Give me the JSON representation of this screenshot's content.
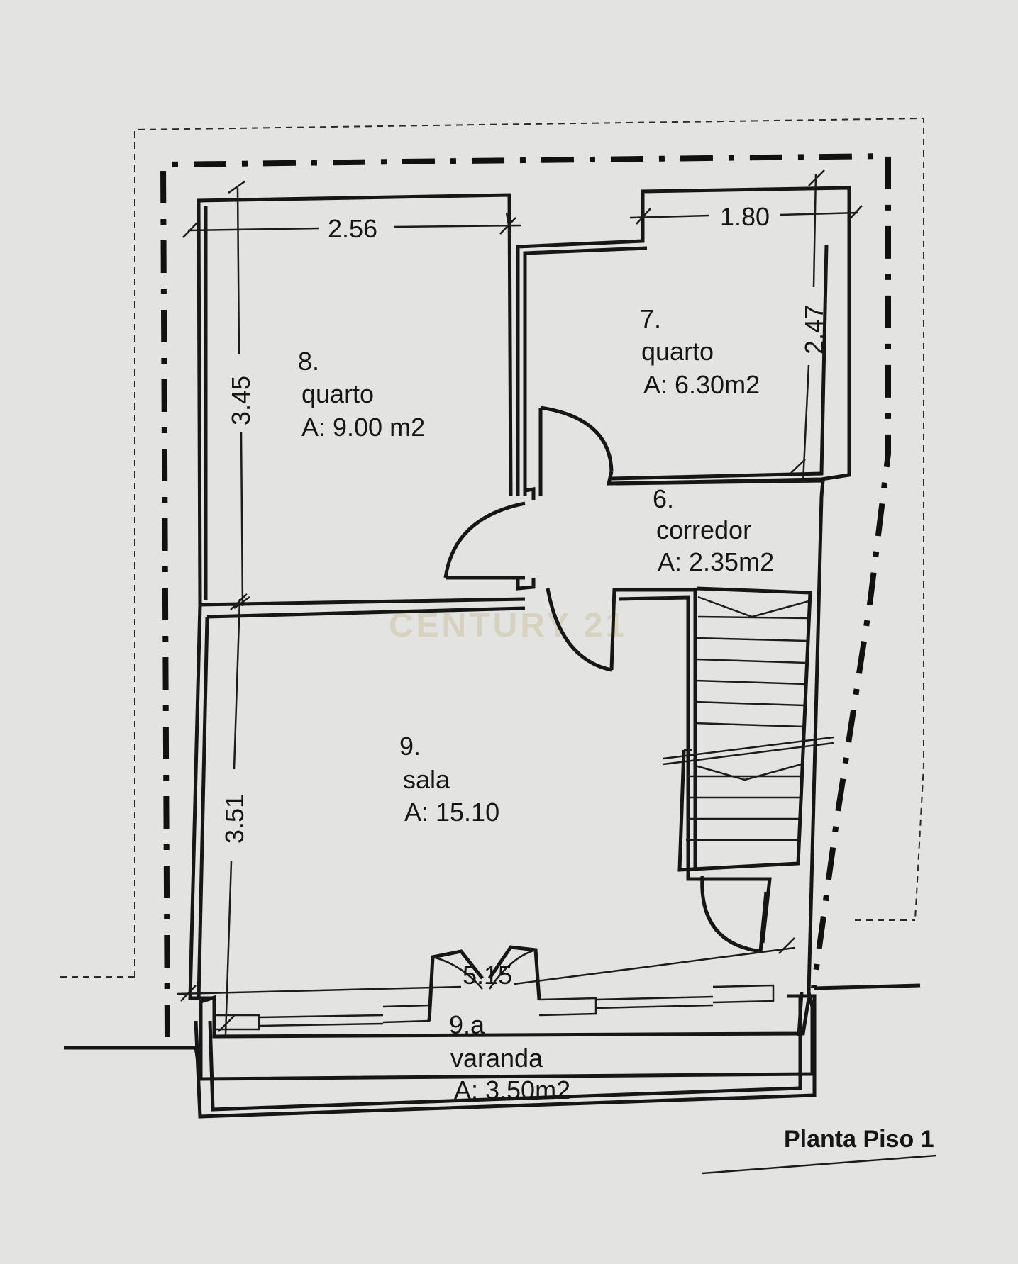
{
  "plan_title": "Planta Piso 1",
  "watermark": "CENTURY 21",
  "rooms": [
    {
      "number": "8.",
      "name": "quarto",
      "area": "A: 9.00 m2"
    },
    {
      "number": "7.",
      "name": "quarto",
      "area": "A: 6.30m2"
    },
    {
      "number": "6.",
      "name": "corredor",
      "area": "A: 2.35m2"
    },
    {
      "number": "9.",
      "name": "sala",
      "area": "A: 15.10"
    },
    {
      "number": "9.a",
      "name": "varanda",
      "area": "A: 3.50m2"
    }
  ],
  "dimensions": {
    "room8_width": "2.56",
    "room8_height": "3.45",
    "room7_width": "1.80",
    "room7_height": "2.47",
    "sala_height": "3.51",
    "sala_width": "5.15"
  }
}
